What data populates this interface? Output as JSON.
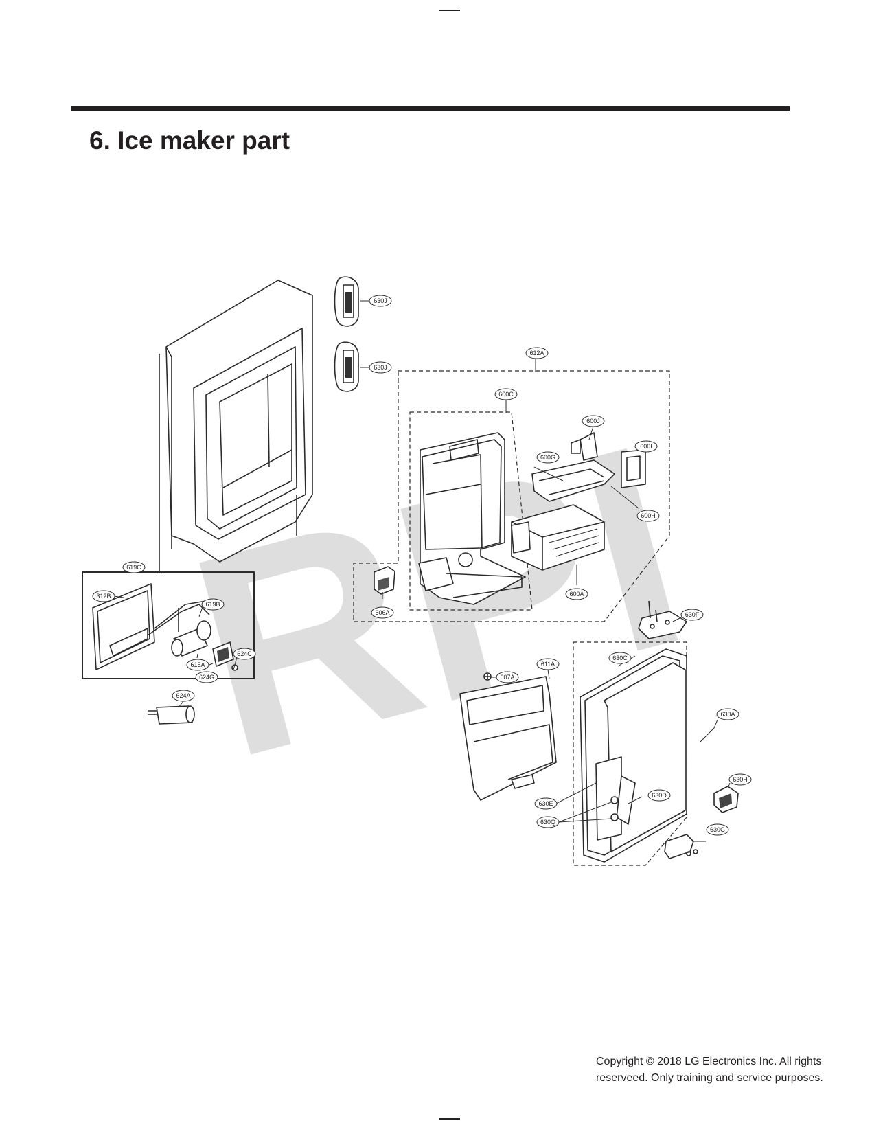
{
  "page": {
    "title": "6. Ice maker part",
    "copyright_line1": "Copyright © 2018 LG Electronics Inc. All rights",
    "copyright_line2": "reserveed. Only training and service purposes."
  },
  "watermark": "RPI",
  "diagram": {
    "colors": {
      "line": "#2b2b2b",
      "fill": "#ffffff",
      "shade": "#d9d9d9",
      "watermark": "#9a9a9a"
    },
    "part_labels": {
      "p630J_top": "630J",
      "p630J_bottom": "630J",
      "p612A": "612A",
      "p600C": "600C",
      "p600J": "600J",
      "p600I": "600I",
      "p600G": "600G",
      "p600H": "600H",
      "p600A": "600A",
      "p606A": "606A",
      "p619C": "619C",
      "p312B": "312B",
      "p619B": "619B",
      "p624C": "624C",
      "p615A": "615A",
      "p624G": "624G",
      "p624A": "624A",
      "p630F": "630F",
      "p630C": "630C",
      "p611A": "611A",
      "p607A": "607A",
      "p630A": "630A",
      "p630H": "630H",
      "p630D": "630D",
      "p630E": "630E",
      "p630Q": "630Q",
      "p630G": "630G"
    }
  }
}
